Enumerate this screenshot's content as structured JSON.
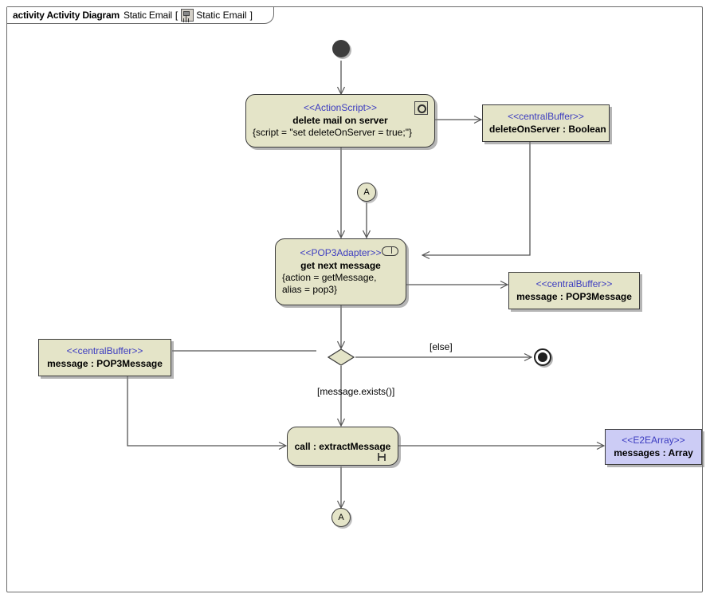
{
  "frame": {
    "keyword": "activity Activity Diagram",
    "name": "Static Email",
    "bracket_open": "[",
    "icon": "activity-diagram-icon",
    "scope": "Static Email",
    "bracket_close": "]"
  },
  "colors": {
    "node_fill": "#e4e4c8",
    "array_fill": "#ccccf5",
    "border": "#3b3b3b",
    "stereotype_text": "#3c3cc0",
    "edge": "#555555",
    "canvas": "#ffffff"
  },
  "nodes": {
    "initial": {
      "kind": "initial-node",
      "label": ""
    },
    "delete_mail": {
      "kind": "action-node",
      "stereotype": "<<ActionScript>>",
      "name": "delete mail on server",
      "properties": "{script = \"set deleteOnServer = true;\"}",
      "badge": "script-icon"
    },
    "delete_on_server_buffer": {
      "kind": "object-node",
      "stereotype": "<<centralBuffer>>",
      "name": "deleteOnServer : Boolean"
    },
    "connector_top": {
      "kind": "connector-node",
      "label": "A"
    },
    "get_next_message": {
      "kind": "action-node",
      "stereotype": "<<POP3Adapter>>",
      "name": "get next message",
      "properties_line1": "{action = getMessage,",
      "properties_line2": "alias = pop3}",
      "badge": "adapter-pill-icon"
    },
    "message_buffer_right": {
      "kind": "object-node",
      "stereotype": "<<centralBuffer>>",
      "name": "message : POP3Message"
    },
    "message_buffer_left": {
      "kind": "object-node",
      "stereotype": "<<centralBuffer>>",
      "name": "message : POP3Message"
    },
    "decision": {
      "kind": "decision-node",
      "label": ""
    },
    "final": {
      "kind": "activity-final-node",
      "label": ""
    },
    "extract_message": {
      "kind": "call-behavior-action",
      "name": "call : extractMessage",
      "badge": "rake-icon"
    },
    "messages_array": {
      "kind": "object-node",
      "stereotype": "<<E2EArray>>",
      "name": "messages : Array"
    },
    "connector_bottom": {
      "kind": "connector-node",
      "label": "A"
    }
  },
  "edge_labels": {
    "else_guard": "[else]",
    "exists_guard": "[message.exists()]"
  }
}
